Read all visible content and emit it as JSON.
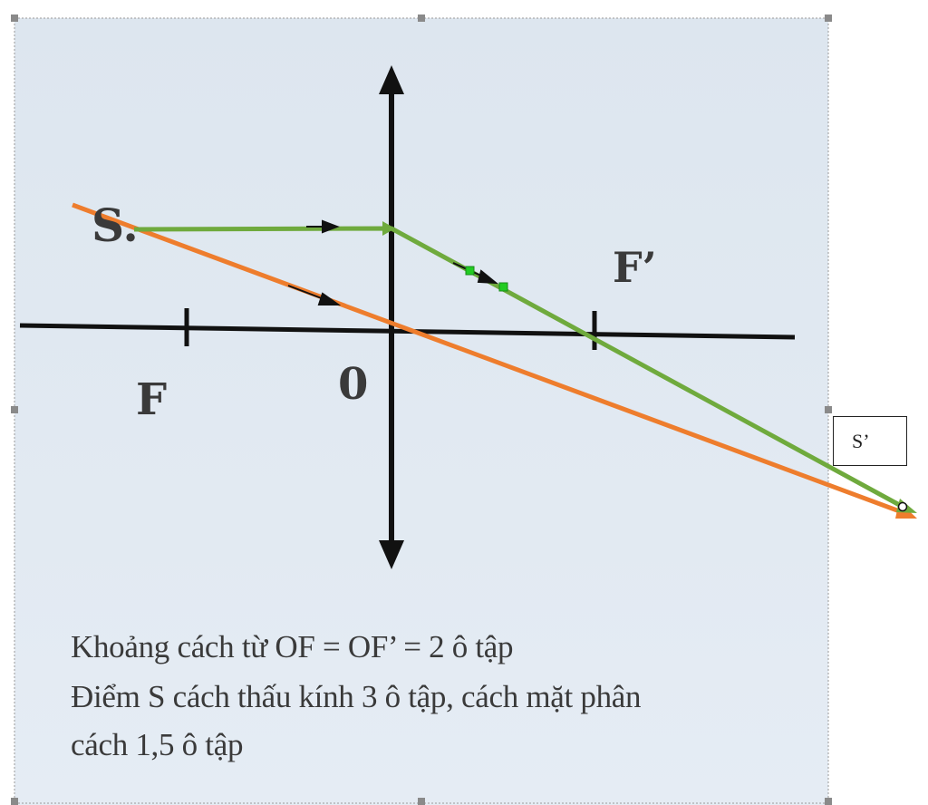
{
  "labels": {
    "source_point": "S.",
    "focus_left": "F",
    "focus_right": "F’",
    "optical_center": "0"
  },
  "callout": {
    "image_point": "S’"
  },
  "caption": {
    "line1": "Khoảng cách từ OF = OF’ = 2 ô tập",
    "line2": "Điểm S cách thấu kính 3 ô tập, cách mặt phân",
    "line3": "cách 1,5 ô tập"
  },
  "colors": {
    "background_top": "#dfe7f0",
    "background_bottom": "#e3ebf4",
    "axis": "#111111",
    "ray_parallel": "#6faa3d",
    "ray_center": "#ee7d2d",
    "handle": "#7f7f7f",
    "point_marker": "#22cc22"
  }
}
